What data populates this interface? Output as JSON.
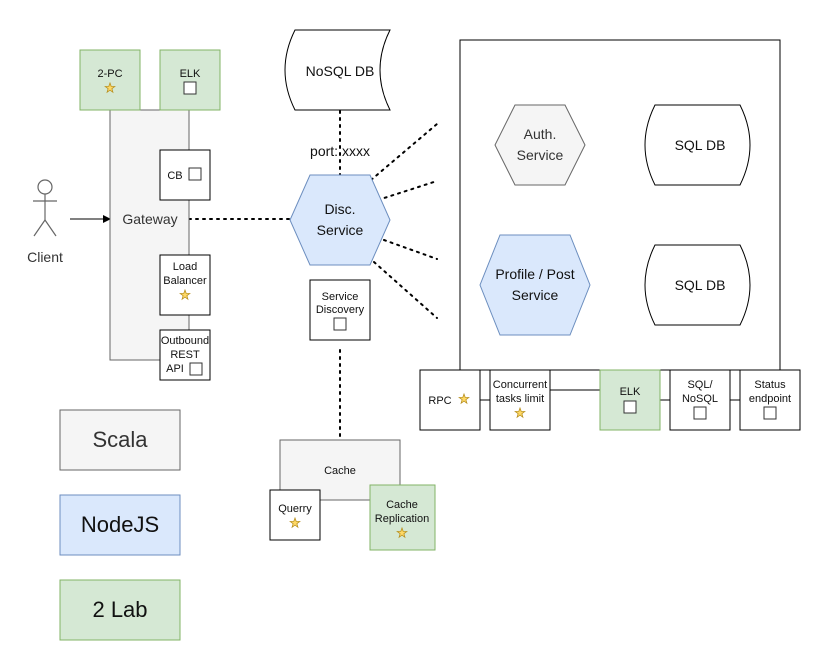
{
  "colors": {
    "gray_fill": "#f5f5f5",
    "gray_stroke": "#666666",
    "blue_fill": "#dae8fc",
    "blue_stroke": "#6c8ebf",
    "green_fill": "#d5e8d4",
    "green_stroke": "#82b366",
    "star_fill": "#ffd966",
    "star_stroke": "#d6b656",
    "line": "#000000"
  },
  "icons": {
    "star": "star-icon",
    "checkbox": "checkbox-icon",
    "actor": "user-actor-icon"
  },
  "nodes": {
    "client": "Client",
    "gateway": "Gateway",
    "two_pc": "2-PC",
    "elk_gateway": "ELK",
    "cb": "CB",
    "load_balancer_line1": "Load",
    "load_balancer_line2": "Balancer",
    "outbound_line1": "Outbound",
    "outbound_line2": "REST",
    "outbound_line3": "API",
    "nosql_db": "NoSQL DB",
    "port": "port: xxxx",
    "disc_service_line1": "Disc.",
    "disc_service_line2": "Service",
    "service_discovery_line1": "Service",
    "service_discovery_line2": "Discovery",
    "cache": "Cache",
    "querry": "Querry",
    "cache_replication_line1": "Cache",
    "cache_replication_line2": "Replication",
    "auth_service_line1": "Auth.",
    "auth_service_line2": "Service",
    "sql_db_auth": "SQL DB",
    "profile_post_line1": "Profile / Post",
    "profile_post_line2": "Service",
    "sql_db_profile": "SQL DB",
    "rpc": "RPC",
    "concurrent_line1": "Concurrent",
    "concurrent_line2": "tasks limit",
    "elk_service": "ELK",
    "sql_nosql_line1": "SQL/",
    "sql_nosql_line2": "NoSQL",
    "status_line1": "Status",
    "status_line2": "endpoint"
  },
  "legend": {
    "scala": "Scala",
    "nodejs": "NodeJS",
    "two_lab": "2 Lab"
  }
}
